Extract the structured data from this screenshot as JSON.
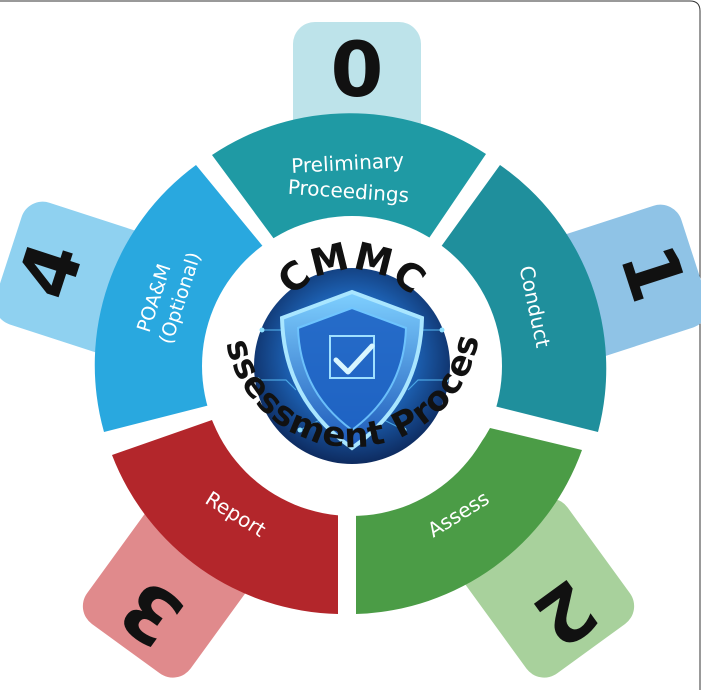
{
  "title": {
    "top": "CMMC",
    "bottom": "Assessment Process"
  },
  "phases": [
    {
      "number": "0",
      "label_line1": "Preliminary",
      "label_line2": "Proceedings",
      "color": "#1f9aa4",
      "tab_color": "#bde3ea"
    },
    {
      "number": "1",
      "label_line1": "Conduct",
      "label_line2": "",
      "color": "#1f8f9c",
      "tab_color": "#8fc3e6"
    },
    {
      "number": "2",
      "label_line1": "Assess",
      "label_line2": "",
      "color": "#4b9c46",
      "tab_color": "#a8d19c"
    },
    {
      "number": "3",
      "label_line1": "Report",
      "label_line2": "",
      "color": "#b3262b",
      "tab_color": "#e08a8c"
    },
    {
      "number": "4",
      "label_line1": "POA&M",
      "label_line2": "(Optional)",
      "color": "#29a8df",
      "tab_color": "#8fd1f0"
    }
  ],
  "icons": {
    "center": "shield-check-icon"
  }
}
